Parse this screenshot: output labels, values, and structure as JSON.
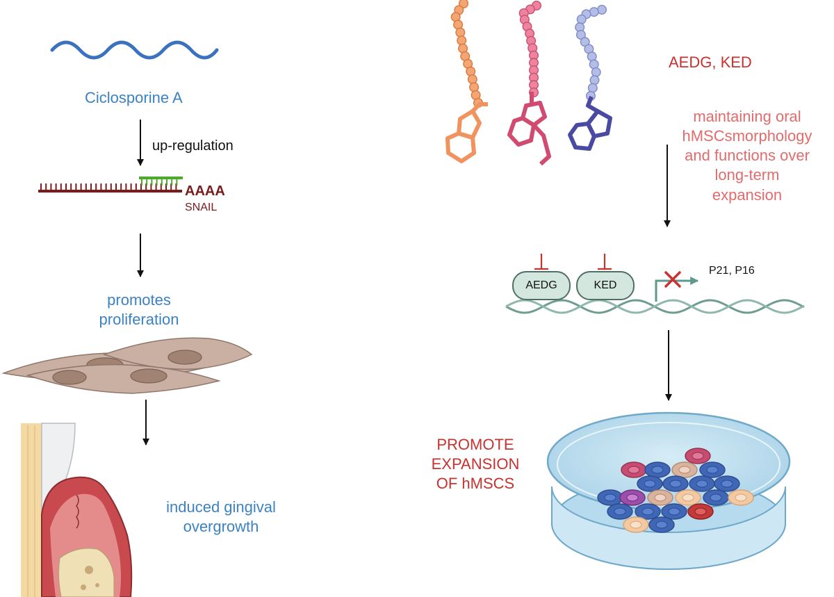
{
  "left": {
    "drug_label": "Ciclosporine A",
    "regulation_label": "up-regulation",
    "polya_label": "AAAA",
    "gene_label": "SNAIL",
    "effect_line1": "promotes",
    "effect_line2": "proliferation",
    "outcome_line1": "induced gingival",
    "outcome_line2": "overgrowth"
  },
  "right": {
    "peptides_label": "AEDG, KED",
    "maintain_lines": [
      "maintaining oral",
      "hMSCsmorphology",
      "and functions over",
      "long-term",
      "expansion"
    ],
    "box1_label": "AEDG",
    "box2_label": "KED",
    "target_genes_label": "P21, P16",
    "result_lines": [
      "PROMOTE",
      "EXPANSION",
      "OF hMSCS"
    ]
  },
  "colors": {
    "blue_text": "#3b82c4",
    "red_text": "#c8322e",
    "pink_text": "#e36b6b",
    "mrna": "#7a1a1a",
    "mirna": "#4caa2a",
    "peptide_orange": "#f0935f",
    "peptide_pink": "#e0607e",
    "peptide_blue": "#9aa6dc",
    "dna": "#6e9c90"
  }
}
